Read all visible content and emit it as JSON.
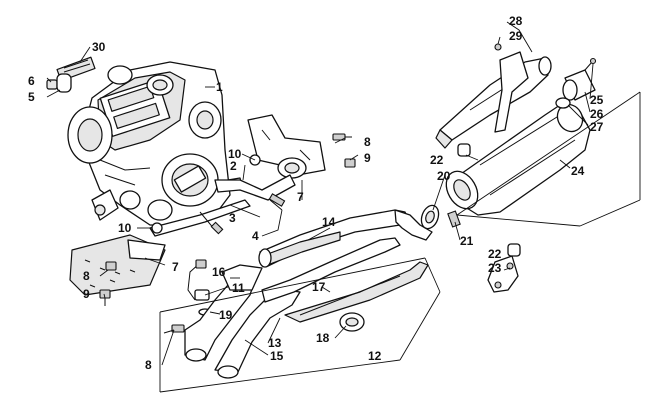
{
  "diagram": {
    "labels": [
      {
        "id": "1",
        "text": "1"
      },
      {
        "id": "2",
        "text": "2"
      },
      {
        "id": "3",
        "text": "3"
      },
      {
        "id": "4",
        "text": "4"
      },
      {
        "id": "5",
        "text": "5"
      },
      {
        "id": "6",
        "text": "6"
      },
      {
        "id": "7a",
        "text": "7"
      },
      {
        "id": "7b",
        "text": "7"
      },
      {
        "id": "8a",
        "text": "8"
      },
      {
        "id": "8b",
        "text": "8"
      },
      {
        "id": "8c",
        "text": "8"
      },
      {
        "id": "9a",
        "text": "9"
      },
      {
        "id": "9b",
        "text": "9"
      },
      {
        "id": "10a",
        "text": "10"
      },
      {
        "id": "10b",
        "text": "10"
      },
      {
        "id": "11",
        "text": "11"
      },
      {
        "id": "12",
        "text": "12"
      },
      {
        "id": "13",
        "text": "13"
      },
      {
        "id": "14",
        "text": "14"
      },
      {
        "id": "15",
        "text": "15"
      },
      {
        "id": "16",
        "text": "16"
      },
      {
        "id": "17",
        "text": "17"
      },
      {
        "id": "18",
        "text": "18"
      },
      {
        "id": "19",
        "text": "19"
      },
      {
        "id": "20",
        "text": "20"
      },
      {
        "id": "21",
        "text": "21"
      },
      {
        "id": "22a",
        "text": "22"
      },
      {
        "id": "22b",
        "text": "22"
      },
      {
        "id": "23",
        "text": "23"
      },
      {
        "id": "24",
        "text": "24"
      },
      {
        "id": "25",
        "text": "25"
      },
      {
        "id": "26",
        "text": "26"
      },
      {
        "id": "27",
        "text": "27"
      },
      {
        "id": "28",
        "text": "28"
      },
      {
        "id": "29",
        "text": "29"
      },
      {
        "id": "30",
        "text": "30"
      }
    ]
  }
}
